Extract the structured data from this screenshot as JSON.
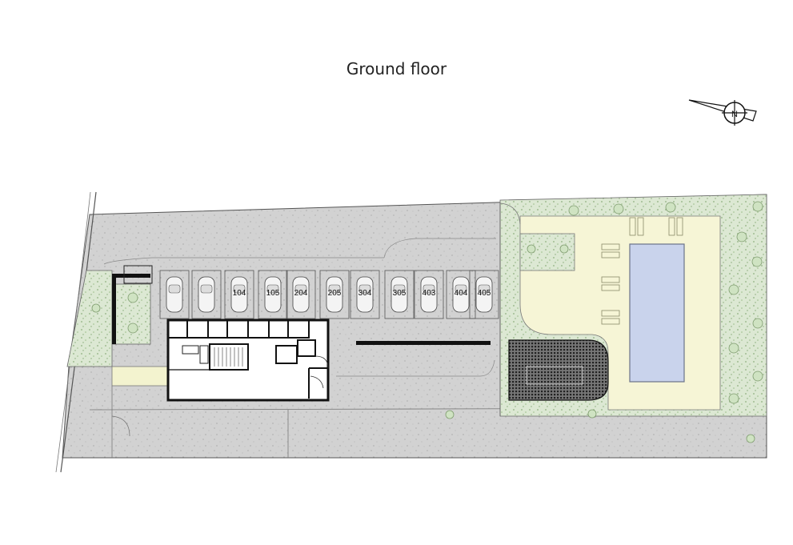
{
  "title": "Ground floor",
  "compass": {
    "icon": "north-arrow-icon",
    "letter": "N"
  },
  "parking_spaces": [
    "104",
    "105",
    "204",
    "205",
    "304",
    "305",
    "403",
    "404",
    "405"
  ],
  "colors": {
    "paving": "#d2d2d2",
    "garden": "#dbe6d2",
    "pool_terrace": "#f6f5d6",
    "pool": "#c9d3ec",
    "wall": "#111111"
  }
}
